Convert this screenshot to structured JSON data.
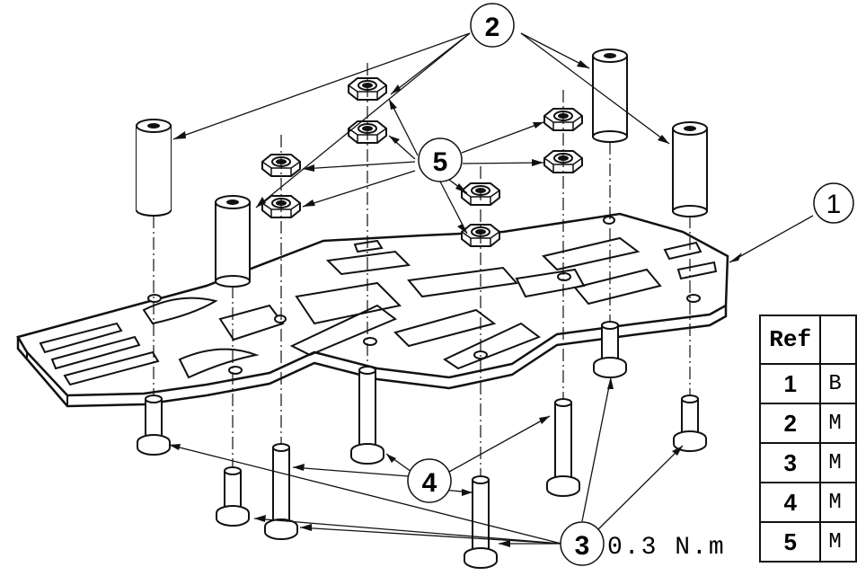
{
  "callouts": {
    "plate": "1",
    "standoffs": "2",
    "screws_short": "3",
    "screws_long": "4",
    "nuts": "5"
  },
  "torque": "0.3 N.m",
  "table": {
    "header": {
      "ref": "Ref",
      "desc": ""
    },
    "rows": [
      {
        "ref": "1",
        "desc": "B"
      },
      {
        "ref": "2",
        "desc": "M"
      },
      {
        "ref": "3",
        "desc": "M"
      },
      {
        "ref": "4",
        "desc": "M"
      },
      {
        "ref": "5",
        "desc": "M"
      }
    ]
  }
}
